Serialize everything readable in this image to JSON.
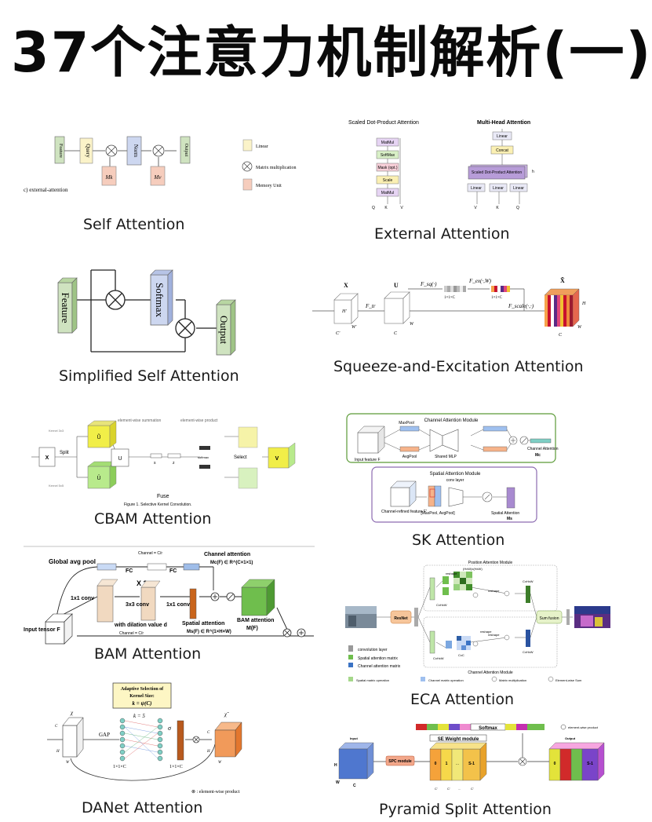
{
  "title": "37个注意力机制解析(一)",
  "captions": {
    "p1": "Self Attention",
    "p2": "External Attention",
    "p3": "Simplified Self Attention",
    "p4": "Squeeze-and-Excitation Attention",
    "p5": "CBAM Attention",
    "p6": "SK Attention",
    "p7": "BAM Attention",
    "p8": "ECA Attention",
    "p9": "DANet Attention",
    "p10": "Pyramid Split Attention"
  },
  "p1": {
    "feature": "Feature",
    "query": "Query",
    "norm": "Norm",
    "output": "Output",
    "mk": "Mk",
    "mv": "Mv",
    "sub": "c) external-attention",
    "legend": [
      "Linear",
      "Matrix multiplication",
      "Memory Unit"
    ]
  },
  "p2": {
    "left_title": "Scaled Dot-Product Attention",
    "left_boxes": [
      "MatMul",
      "SoftMax",
      "Mask (opt.)",
      "Scale",
      "MatMul"
    ],
    "left_inputs": [
      "Q",
      "K",
      "V"
    ],
    "right_title": "Multi-Head Attention",
    "right_boxes": [
      "Linear",
      "Concat",
      "Scaled Dot-Product Attention"
    ],
    "right_linears": [
      "Linear",
      "Linear",
      "Linear"
    ],
    "right_inputs": [
      "V",
      "K",
      "Q"
    ],
    "h": "h"
  },
  "p3": {
    "feature": "Feature",
    "softmax": "Softmax",
    "output": "Output"
  },
  "p4": {
    "x": "X",
    "u": "U",
    "xt": "X̃",
    "ftr": "F_tr",
    "fsq": "F_sq(·)",
    "fex": "F_ex(·,W)",
    "fscale": "F_scale(·,·)",
    "dim1": "1×1×C",
    "dim2": "1×1×C",
    "h1": "H'",
    "w1": "W'",
    "c1": "C'",
    "h2": "H",
    "w2": "W",
    "c2": "C",
    "h3": "H",
    "w3": "W",
    "c3": "C"
  },
  "p5": {
    "legend1": "element-wise summation",
    "legend2": "element-wise product",
    "x": "X",
    "u1": "Ũ",
    "u2": "Û",
    "u": "U",
    "split": "Split",
    "fuse": "Fuse",
    "select": "Select",
    "v": "V",
    "s": "s",
    "z": "z",
    "softmax": "softmax",
    "k3": "Kernel 3x3",
    "k5": "Kernel 5x5",
    "fig": "Figure 1. Selective Kernel Convolution."
  },
  "p6": {
    "cam": "Channel Attention Module",
    "maxpool": "MaxPool",
    "avgpool": "AvgPool",
    "mlp": "Shared MLP",
    "input": "Input feature F",
    "ca": "Channel Attention",
    "mc": "Mc",
    "sam": "Spatial Attention Module",
    "conv": "conv layer",
    "pool": "[MaxPool, AvgPool]",
    "refined": "Channel-refined feature F'",
    "sa": "Spatial Attention",
    "ms": "Ms"
  },
  "p7": {
    "gap": "Global avg pool",
    "fc1": "FC",
    "fc2": "FC",
    "ch1": "Channel = C/r",
    "x2": "X 2",
    "conv1": "1x1 conv",
    "conv3": "3x3 conv",
    "conv1b": "1x1 conv",
    "dil": "with dilation value d",
    "ch2": "Channel = C/r",
    "ca": "Channel attention",
    "mc": "Mc(F) ∈ R^(C×1×1)",
    "sa": "Spatial attention",
    "ms": "Ms(F) ∈ R^(1×H×W)",
    "bam1": "BAM attention",
    "bam2": "M(F)",
    "input": "Input tensor F"
  },
  "p8": {
    "pam": "Position Attention Module",
    "resnet": "ResNet",
    "reshape1": "reshape",
    "reshape2": "reshape",
    "reshape3": "reshape",
    "reshape4": "reshape",
    "hw": "(HxW)x(HxW)",
    "chw1": "CxHxW",
    "chw2": "CxHxW",
    "chw3": "CxHxW",
    "chw4": "CxHxW",
    "cxc": "CxC",
    "sum": "Sum fusion",
    "cam": "Channel Attention Module",
    "legend": [
      "convolution layer",
      "Spatial attention matrix",
      "Channel attention matrix",
      "Spatial matrix operation",
      "Channel matrix operation",
      "Matrix multiplication",
      "Element-wise Sum"
    ]
  },
  "p9": {
    "box1": "Adaptive Selection of",
    "box2": "Kernel Size:",
    "box3": "k = ψ(C)",
    "k": "k = 5",
    "gap": "GAP",
    "dim1": "1×1×C",
    "dim2": "1×1×C",
    "sigma": "σ",
    "chi1": "χ",
    "chi2": "χ̃",
    "c1": "C",
    "h1": "H",
    "w1": "W",
    "c2": "C",
    "h2": "H",
    "w2": "W",
    "note": "⊗ : element-wise product"
  },
  "p10": {
    "legend": "element-wise product",
    "softmax": "Softmax",
    "seweight": "SE Weight module",
    "spc": "SPC module",
    "input": "Input",
    "output": "Output",
    "h": "H",
    "w": "W",
    "c": "C",
    "c1": "C'",
    "c2": "C'",
    "c3": "C'",
    "b0": "0",
    "b1": "1",
    "b2": "...",
    "b3": "S-1",
    "dots": "...",
    "o0": "0",
    "o3": "S-1"
  },
  "colors": {
    "green": "#cfe3c0",
    "yellow": "#fbf3c9",
    "pink": "#f6cdbd",
    "blue": "#cdd7f0",
    "cbam_yellow": "#f1ee48",
    "cbam_green": "#b8ea8c",
    "purple": "#8c6bb1",
    "green_border": "#5a9a36",
    "red": "#d12a2a",
    "teal": "#7fcfc5"
  }
}
